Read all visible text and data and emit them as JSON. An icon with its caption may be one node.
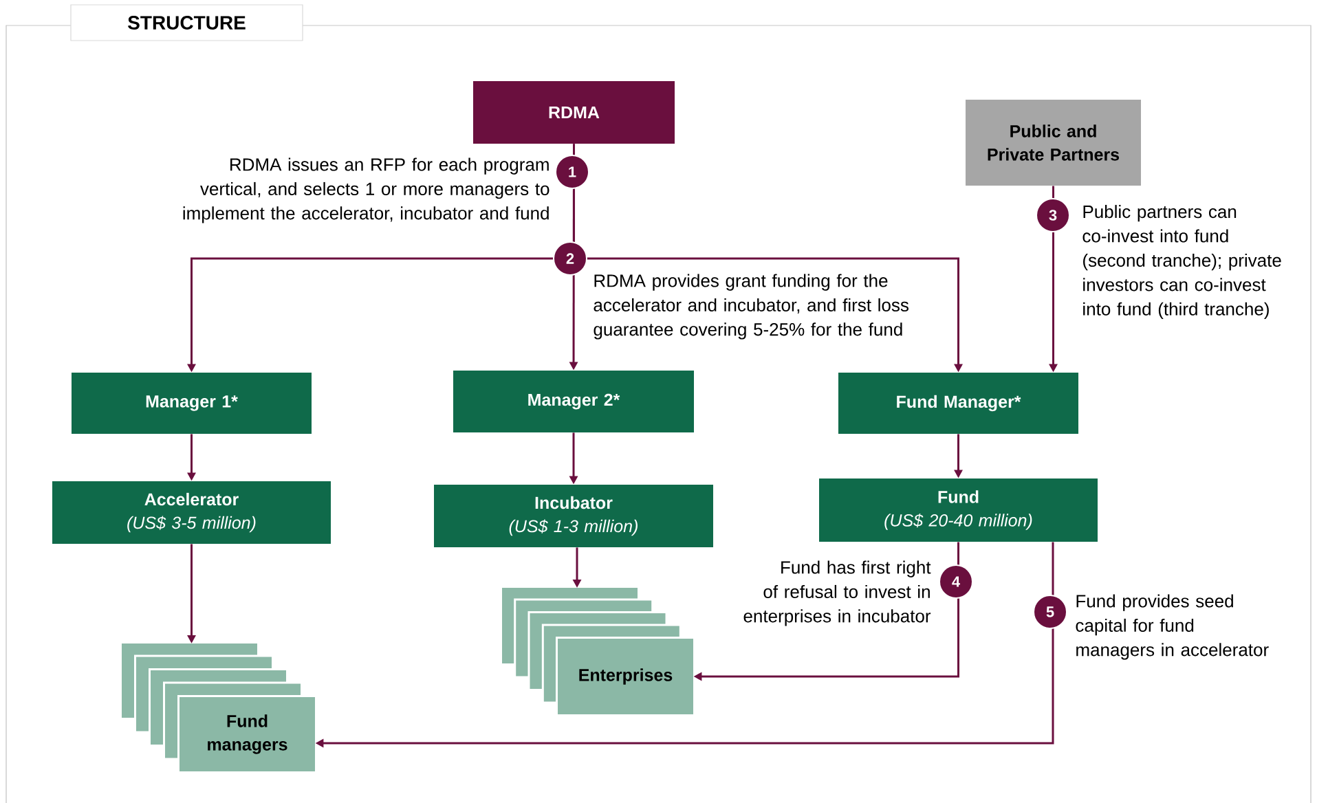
{
  "diagram": {
    "title": "STRUCTURE",
    "nodes": [
      {
        "text": [
          "RDMA"
        ]
      },
      {
        "text": [
          "Public and Private Partners"
        ]
      },
      {
        "text": [
          "Manager 1*"
        ]
      },
      {
        "text": [
          "Manager 2*"
        ]
      },
      {
        "text": [
          "Fund Manager*"
        ]
      },
      {
        "text": [
          "Accelerator",
          "(US$ 3-5 million)"
        ]
      },
      {
        "text": [
          "Incubator",
          "(US$ 1-3 million)"
        ]
      },
      {
        "text": [
          "Fund",
          "(US$ 20-40 million)"
        ]
      },
      {
        "text": [
          "Fund managers"
        ]
      },
      {
        "text": [
          "Enterprises"
        ]
      }
    ],
    "edges": [
      {
        "from": 0,
        "to": 2,
        "arrow": "to"
      },
      {
        "from": 0,
        "to": 3,
        "arrow": "to"
      },
      {
        "from": 0,
        "to": 4,
        "arrow": "to"
      },
      {
        "from": 1,
        "to": 4,
        "arrow": "to"
      },
      {
        "from": 2,
        "to": 5,
        "arrow": "to"
      },
      {
        "from": 3,
        "to": 6,
        "arrow": "to"
      },
      {
        "from": 4,
        "to": 7,
        "arrow": "to"
      },
      {
        "from": 5,
        "to": 8,
        "arrow": "to"
      },
      {
        "from": 6,
        "to": 9,
        "arrow": "to"
      },
      {
        "from": 7,
        "to": 9,
        "arrow": "to"
      },
      {
        "from": 7,
        "to": 8,
        "arrow": "to"
      }
    ],
    "labels": [
      "RDMA issues an RFP for each program vertical, and selects 1 or more managers to implement the accelerator, incubator and fund",
      "1",
      "2",
      "RDMA provides grant funding for the accelerator and incubator, and first loss guarantee covering 5-25% for the fund",
      "3",
      "Public partners can co-invest into fund (second tranche); private investors can co-invest into fund (third tranche)",
      "Fund has first right of refusal to invest in enterprises in incubator",
      "4",
      "5",
      "Fund provides seed capital for fund managers in accelerator"
    ]
  }
}
